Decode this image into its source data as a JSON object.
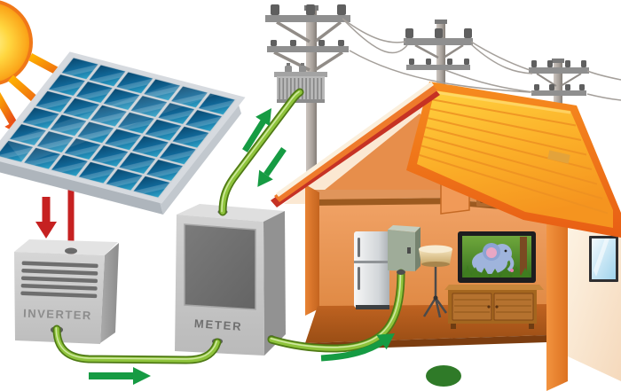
{
  "labels": {
    "inverter": "INVERTER",
    "meter": "METER"
  },
  "colors": {
    "sun_yellow": "#FFD740",
    "ray_orange": "#F4611A",
    "panel_blue": "#11699A",
    "wire_red": "#C62121",
    "wire_green": "#8FC43C",
    "wire_green_dark": "#4F7A15",
    "arrow_green": "#169B43",
    "box_gray": "#C9C9C9",
    "pole_gray": "#A8A19B",
    "roof_orange": "#F59B23",
    "roof_border": "#F07818",
    "wall_orange": "#F0A269",
    "wall_cream": "#FBEFDC",
    "floor_brown": "#B05A1E",
    "wood_brown": "#A4661F",
    "tv_screen_green": "#4C8C2B"
  },
  "components": [
    "sun",
    "sun-rays",
    "solar-panel",
    "dc-arrow",
    "dc-wire",
    "inverter",
    "green-cable-inverter-to-meter",
    "meter",
    "green-cable-meter-to-transformer",
    "green-cable-meter-to-house",
    "utility-pole-main",
    "transformer",
    "utility-pole-2",
    "utility-pole-3",
    "power-lines",
    "house",
    "roof",
    "attic-dresser",
    "fridge",
    "breaker-panel",
    "floor-lamp",
    "tv",
    "tv-cabinet",
    "window",
    "bush",
    "flow-arrows"
  ],
  "flows": [
    {
      "from": "sun",
      "to": "solar-panel",
      "via": "sun-rays",
      "color": "orange"
    },
    {
      "from": "solar-panel",
      "to": "inverter",
      "via": "dc-wire",
      "color": "red"
    },
    {
      "from": "inverter",
      "to": "meter",
      "via": "green-cable",
      "color": "green"
    },
    {
      "from": "meter",
      "to": "transformer",
      "bidirectional": true,
      "color": "green"
    },
    {
      "from": "meter",
      "to": "breaker-panel",
      "color": "green"
    }
  ]
}
